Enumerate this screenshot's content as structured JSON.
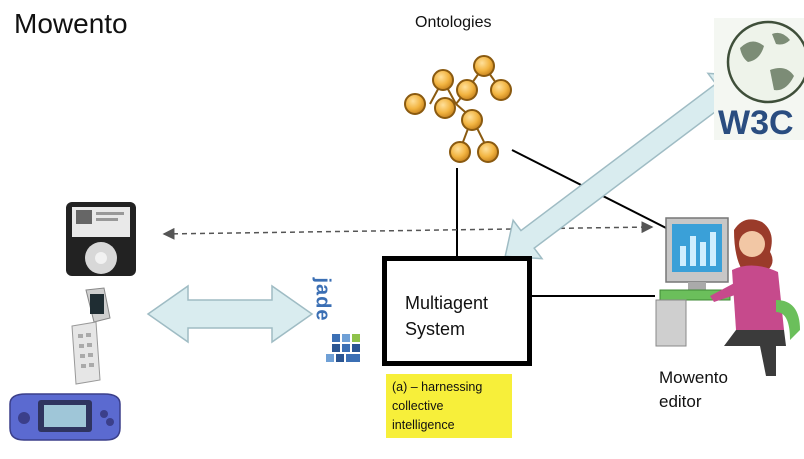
{
  "title": "Mowento",
  "ontologies": {
    "label": "Ontologies"
  },
  "multiagent": {
    "line1": "Multiagent",
    "line2": "System"
  },
  "note": {
    "line1": "(a) – harnessing",
    "line2": "collective",
    "line3": "intelligence"
  },
  "editor": {
    "line1": "Mowento",
    "line2": "editor"
  },
  "w3c": {
    "logo_text": "W3C"
  },
  "jade": {
    "logo_text": "jade"
  },
  "colors": {
    "arrow_fill": "#d9ecef",
    "arrow_stroke": "#9fbcc4",
    "node_fill": "#f2b441",
    "node_stroke": "#b8791a",
    "note_bg": "#f7ef3a"
  },
  "icons": [
    "ontology-tree-icon",
    "w3c-globe-icon",
    "ipod-icon",
    "flip-phone-icon",
    "game-boy-advance-icon",
    "jade-logo-icon",
    "person-at-computer-icon"
  ]
}
